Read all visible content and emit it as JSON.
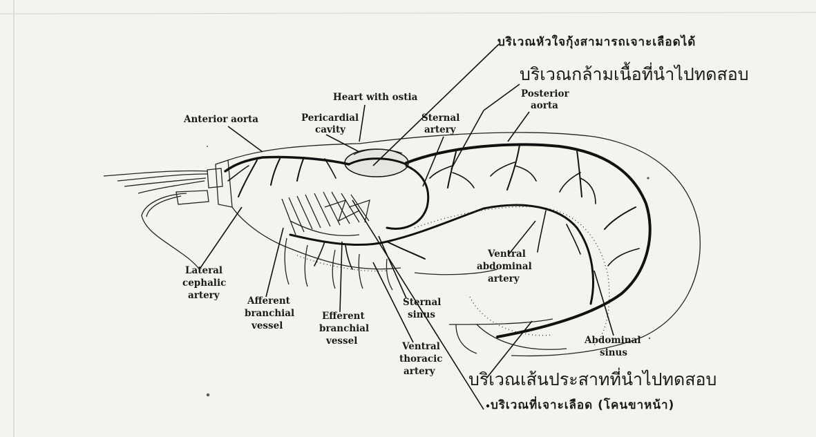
{
  "labels_en": {
    "heart_with_ostia": "Heart with ostia",
    "pericardial_cavity": [
      "Pericardial",
      "cavity"
    ],
    "sternal_artery": [
      "Sternal",
      "artery"
    ],
    "posterior_aorta": [
      "Posterior",
      "aorta"
    ],
    "anterior_aorta": "Anterior aorta",
    "lateral_cephalic_artery": [
      "Lateral",
      "cephalic",
      "artery"
    ],
    "afferent_branchial_vessel": [
      "Afferent",
      "branchial",
      "vessel"
    ],
    "efferent_branchial_vessel": [
      "Efferent",
      "branchial",
      "vessel"
    ],
    "sternal_sinus": [
      "Sternal",
      "sinus"
    ],
    "ventral_thoracic_artery": [
      "Ventral",
      "thoracic",
      "artery"
    ],
    "ventral_abdominal_artery": [
      "Ventral",
      "abdominal",
      "artery"
    ],
    "abdominal_sinus": [
      "Abdominal",
      "sinus"
    ]
  },
  "labels_th": {
    "heart_blood_area": "บริเวณหัวใจกุ้งสามารถเจาะเลือดได้",
    "muscle_area": "บริเวณกล้ามเนื้อที่นำไปทดสอบ",
    "nerve_area": "บริเวณเส้นประสาทที่นำไปทดสอบ",
    "blood_draw_area": "บริเวณที่เจาะเลือด (โคนขาหน้า)"
  }
}
